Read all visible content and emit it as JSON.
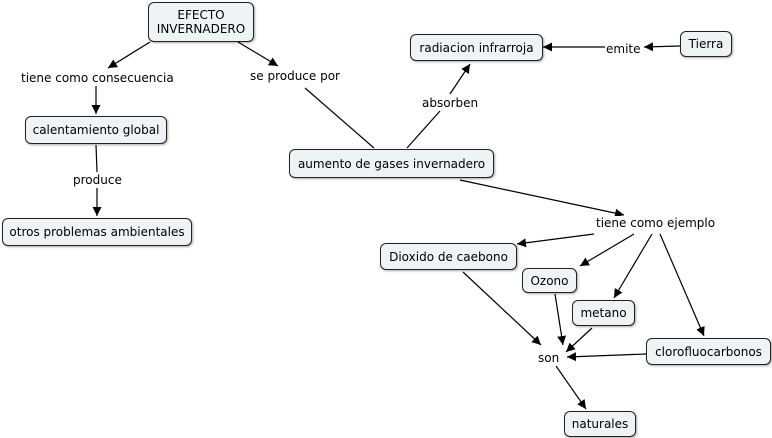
{
  "nodes": {
    "efecto": "EFECTO\nINVERNADERO",
    "calentamiento": "calentamiento global",
    "otros": "otros problemas ambientales",
    "aumento": "aumento de gases invernadero",
    "radiacion": "radiacion infrarroja",
    "tierra": "Tierra",
    "dioxido": "Dioxido de caebono",
    "ozono": "Ozono",
    "metano": "metano",
    "cloro": "clorofluocarbonos",
    "naturales": "naturales"
  },
  "links": {
    "consecuencia": "tiene como consecuencia",
    "produce_por": "se produce por",
    "produce": "produce",
    "absorben": "absorben",
    "emite": "emite",
    "ejemplo": "tiene como ejemplo",
    "son": "son"
  }
}
